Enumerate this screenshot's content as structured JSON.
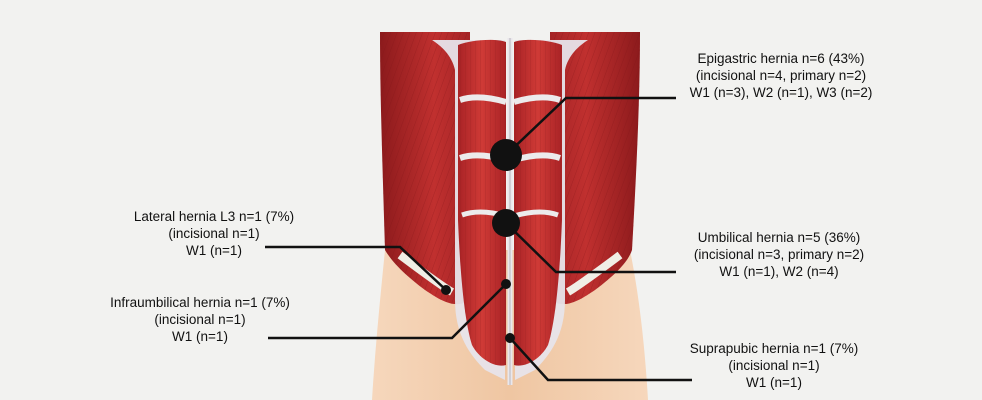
{
  "background": "#f2f2f0",
  "colors": {
    "muscle": "#b8262a",
    "muscle_dark": "#7e1417",
    "muscle_light": "#d8534f",
    "fascia": "#e6e3e8",
    "skin": "#f0c9a8",
    "marker": "#111111"
  },
  "hernias": {
    "epigastric": {
      "lines": [
        "Epigastric hernia n=6 (43%)",
        "(incisional n=4, primary n=2)",
        "W1 (n=3), W2 (n=1), W3 (n=2)"
      ],
      "marker_size": "large"
    },
    "lateral": {
      "lines": [
        "Lateral hernia L3 n=1 (7%)",
        "(incisional n=1)",
        "W1 (n=1)"
      ],
      "marker_size": "small"
    },
    "umbilical": {
      "lines": [
        "Umbilical hernia n=5 (36%)",
        "(incisional n=3, primary n=2)",
        "W1 (n=1), W2 (n=4)"
      ],
      "marker_size": "large"
    },
    "infraumbilical": {
      "lines": [
        "Infraumbilical hernia n=1 (7%)",
        "(incisional n=1)",
        "W1 (n=1)"
      ],
      "marker_size": "small"
    },
    "suprapubic": {
      "lines": [
        "Suprapubic hernia n=1 (7%)",
        "(incisional n=1)",
        "W1 (n=1)"
      ],
      "marker_size": "small"
    }
  }
}
